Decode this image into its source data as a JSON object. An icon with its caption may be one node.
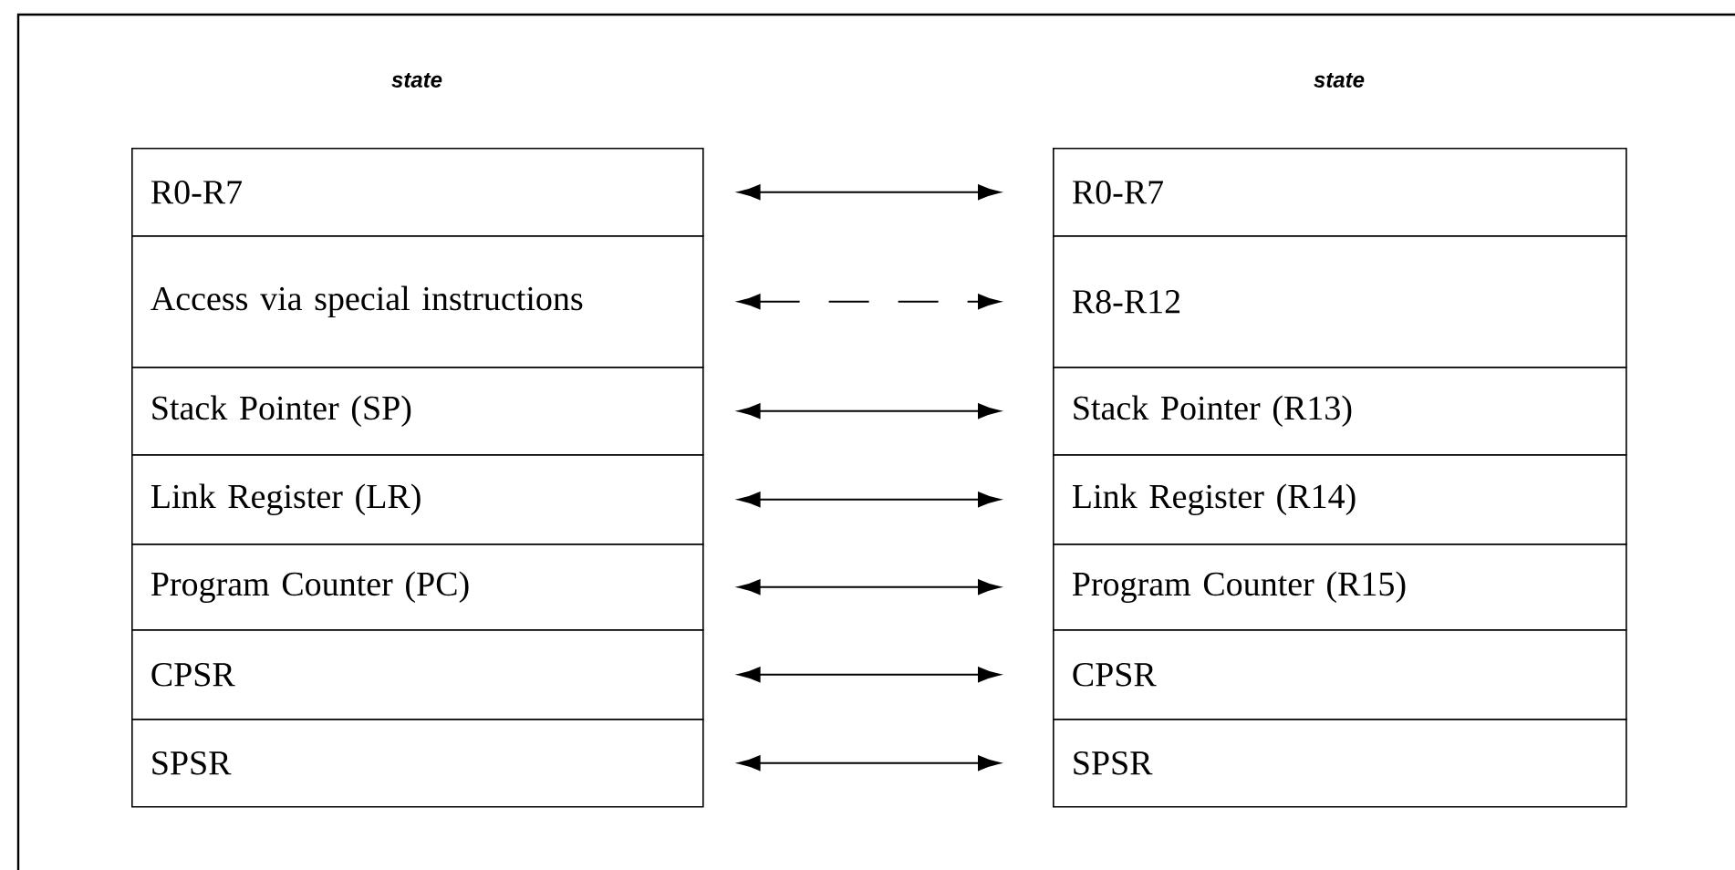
{
  "diagram": {
    "nodes": [
      {
        "text": [
          "R0-R7"
        ]
      },
      {
        "text": [
          "Access via special instructions"
        ]
      },
      {
        "text": [
          "Stack Pointer (SP)"
        ]
      },
      {
        "text": [
          "Link Register (LR)"
        ]
      },
      {
        "text": [
          "Program Counter (PC)"
        ]
      },
      {
        "text": [
          "CPSR"
        ]
      },
      {
        "text": [
          "SPSR"
        ]
      },
      {
        "text": [
          "R0-R7"
        ]
      },
      {
        "text": [
          "R8-R12"
        ]
      },
      {
        "text": [
          "Stack Pointer (R13)"
        ]
      },
      {
        "text": [
          "Link Register (R14)"
        ]
      },
      {
        "text": [
          "Program Counter (R15)"
        ]
      },
      {
        "text": [
          "CPSR"
        ]
      },
      {
        "text": [
          "SPSR"
        ]
      }
    ],
    "edges": [
      {
        "from": 0,
        "to": 7,
        "arrow": "both"
      },
      {
        "from": 1,
        "to": 8,
        "arrow": "both",
        "style": "dashed"
      },
      {
        "from": 2,
        "to": 9,
        "arrow": "both"
      },
      {
        "from": 3,
        "to": 10,
        "arrow": "both"
      },
      {
        "from": 4,
        "to": 11,
        "arrow": "both"
      },
      {
        "from": 5,
        "to": 12,
        "arrow": "both"
      },
      {
        "from": 6,
        "to": 13,
        "arrow": "both"
      }
    ],
    "labels": [
      "state",
      "state"
    ]
  }
}
